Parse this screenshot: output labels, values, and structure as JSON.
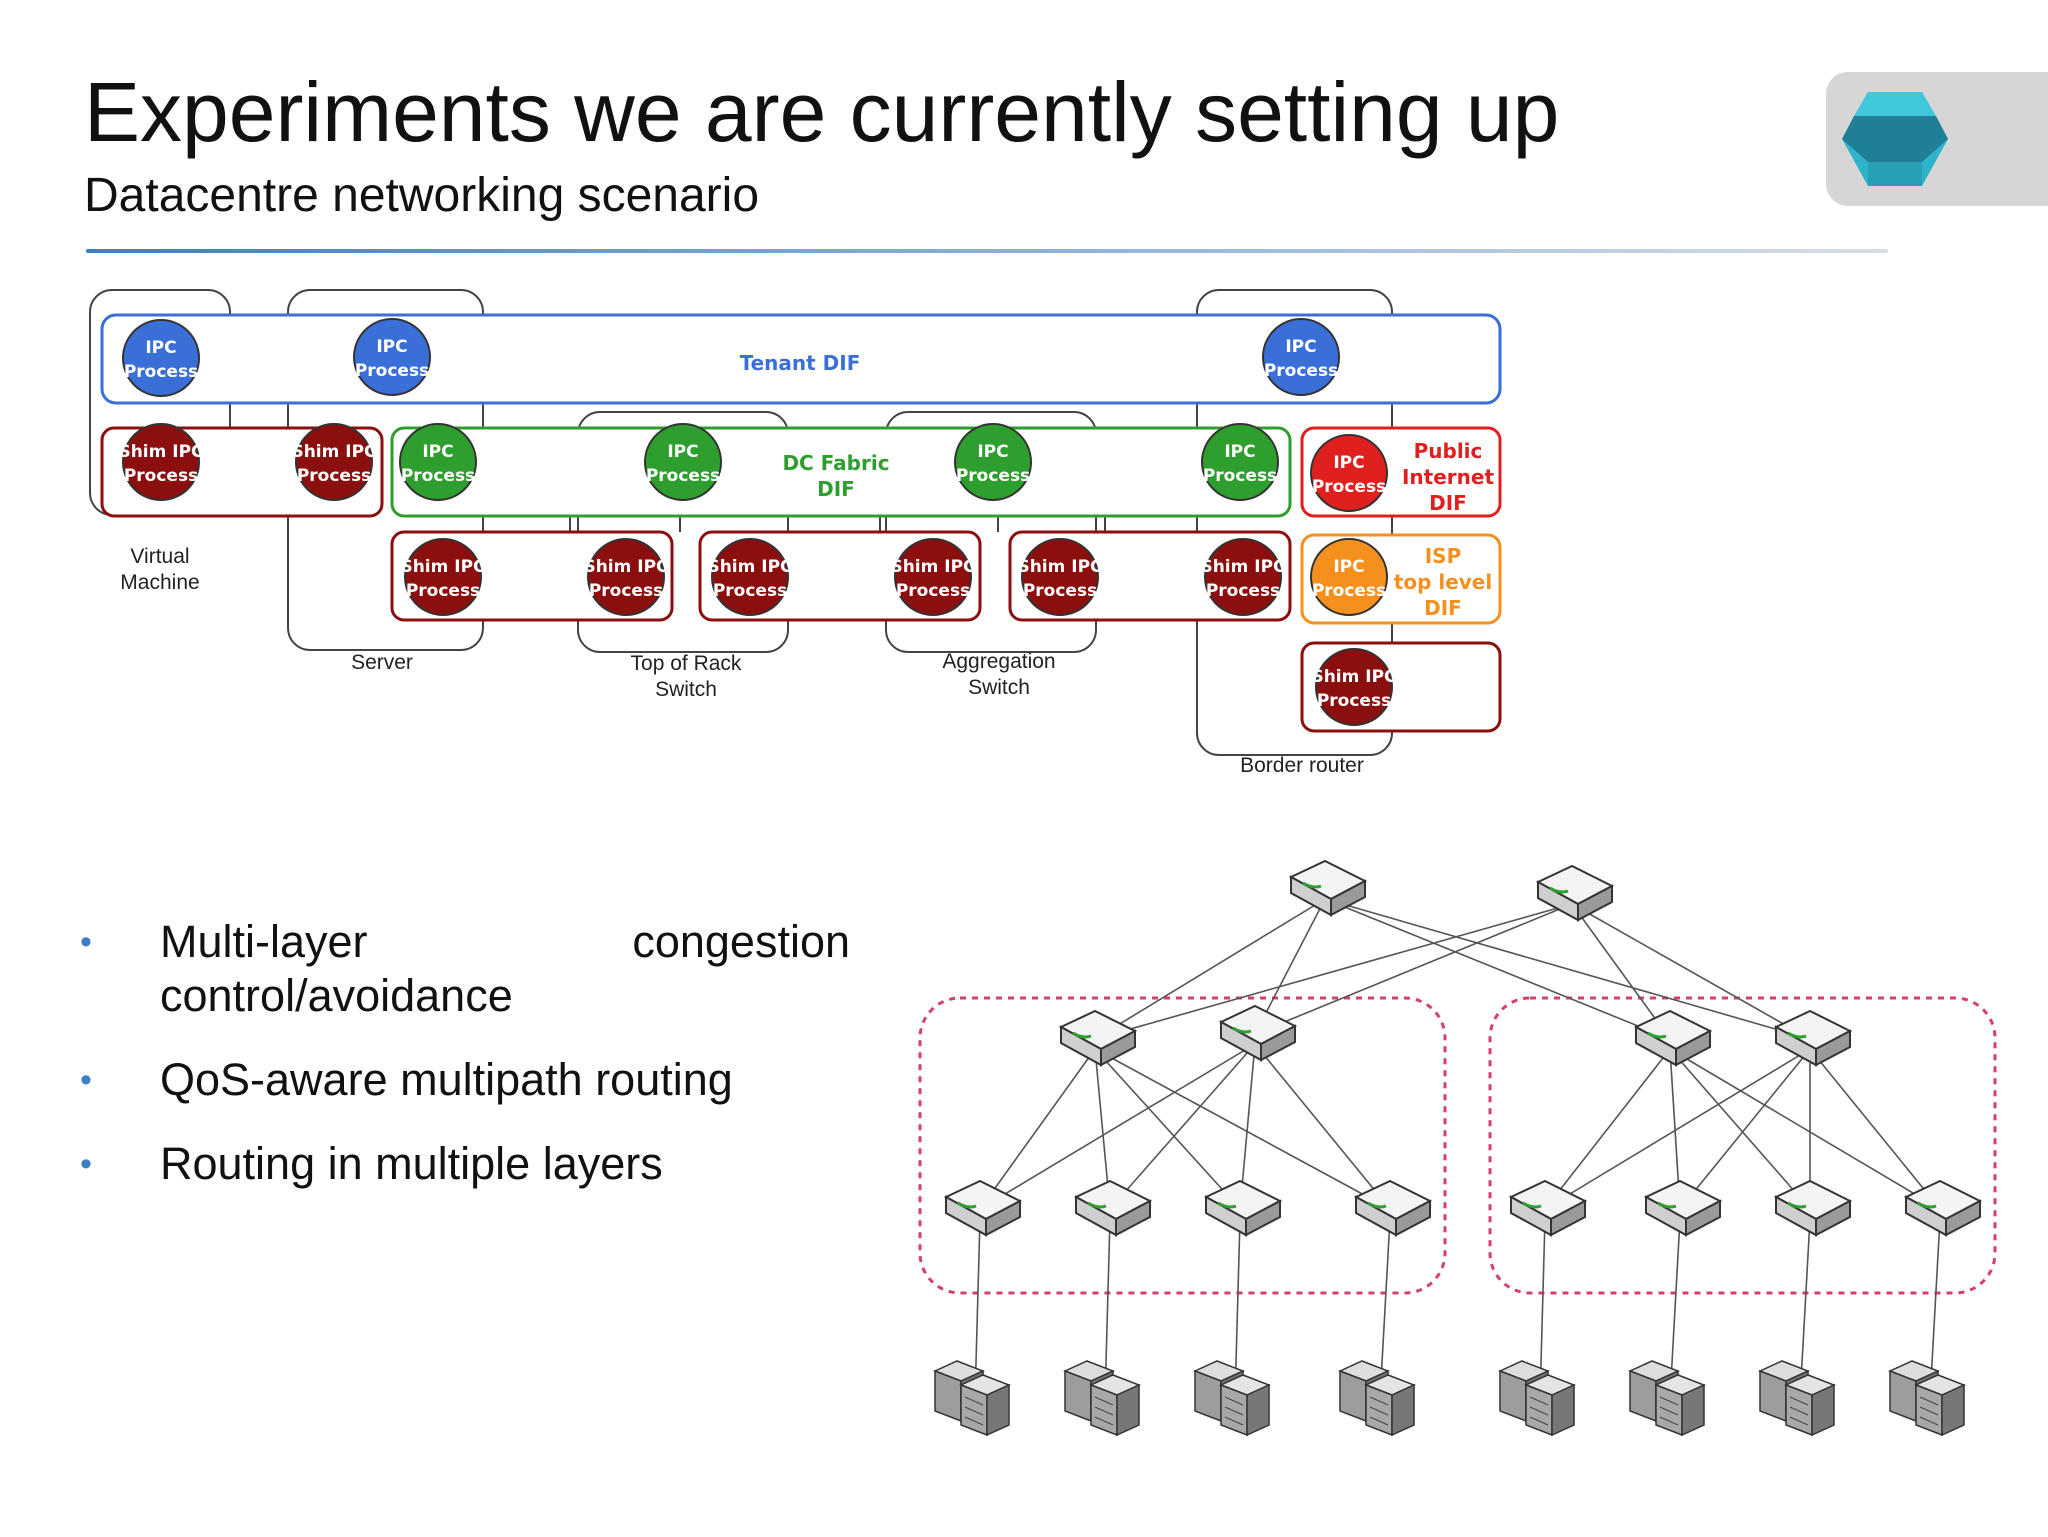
{
  "slide": {
    "title": "Experiments we are currently setting up",
    "subtitle": "Datacentre networking scenario"
  },
  "diagram": {
    "tenant_dif": "Tenant DIF",
    "dc_fabric_dif": [
      "DC Fabric",
      "DIF"
    ],
    "public_internet_dif": [
      "Public",
      "Internet",
      "DIF"
    ],
    "isp_dif": [
      "ISP",
      "top level",
      "DIF"
    ],
    "ipc_process": [
      "IPC",
      "Process"
    ],
    "shim_ipc_process": [
      "Shim IPC",
      "Process"
    ],
    "virtual_machine": [
      "Virtual",
      "Machine"
    ],
    "server": "Server",
    "top_of_rack_switch": [
      "Top of Rack",
      "Switch"
    ],
    "aggregation_switch": [
      "Aggregation",
      "Switch"
    ],
    "border_router": "Border router",
    "colors": {
      "tenant": "#3a6fd8",
      "fabric": "#2e9e2e",
      "shim": "#8b0f0f",
      "public": "#e0201e",
      "isp": "#f5901e",
      "device": "#555555",
      "pod": "#d63f6b"
    }
  },
  "bullets": [
    "Multi-layer congestion control/avoidance",
    "QoS-aware multipath routing",
    "Routing in multiple layers"
  ],
  "icons": {
    "logo": "hexagon-logo-icon",
    "switch": "network-switch-icon",
    "server": "server-rack-icon"
  }
}
